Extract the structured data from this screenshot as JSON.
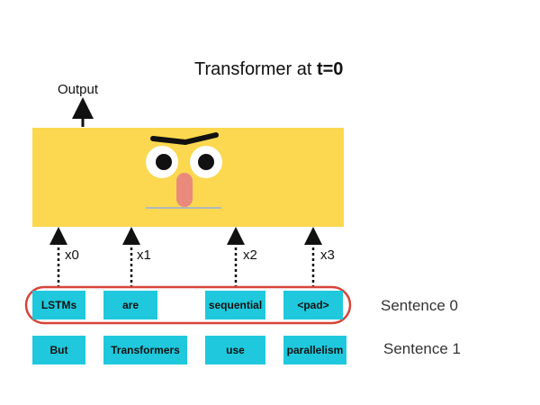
{
  "title": {
    "prefix": "Transformer at ",
    "time": "t=0"
  },
  "output_label": "Output",
  "inputs": [
    "x0",
    "x1",
    "x2",
    "x3"
  ],
  "sentences": [
    {
      "label": "Sentence 0",
      "tokens": [
        "LSTMs",
        "are",
        "sequential",
        "<pad>"
      ]
    },
    {
      "label": "Sentence 1",
      "tokens": [
        "But",
        "Transformers",
        "use",
        "parallelism"
      ]
    }
  ],
  "colors": {
    "transformer_box": "#fbd84f",
    "token": "#1fc8dc",
    "highlight_ellipse": "#d6453a",
    "nose": "#ea8a7c"
  }
}
